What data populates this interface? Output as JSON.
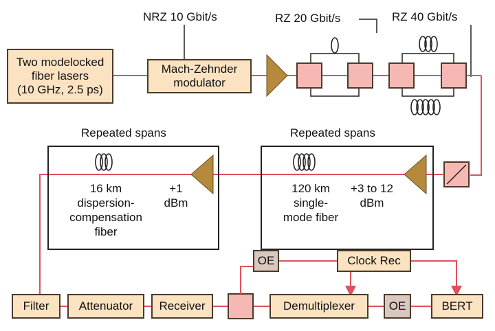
{
  "colors": {
    "background": "#ffffff",
    "box_fill": "#fbe3c2",
    "box_border": "#4a3a2a",
    "pink_fill": "#f5b8b3",
    "fiber_line": "#e0505e",
    "black_line": "#222222",
    "amplifier": "#b58a3d",
    "oe_fill": "#d9c8c0"
  },
  "labels": {
    "nrz": "NRZ 10 Gbit/s",
    "rz20": "RZ 20 Gbit/s",
    "rz40": "RZ 40 Gbit/s",
    "repeated_left": "Repeated spans",
    "repeated_right": "Repeated spans",
    "dcf": "16 km\ndispersion-\ncompensation\nfiber",
    "dcf_power": "+1\ndBm",
    "smf": "120 km\nsingle-\nmode fiber",
    "smf_power": "+3 to 12\ndBm"
  },
  "boxes": {
    "lasers": "Two modelocked\nfiber lasers\n(10 GHz, 2.5 ps)",
    "modulator": "Mach-Zehnder\nmodulator",
    "filter": "Filter",
    "attenuator": "Attenuator",
    "receiver": "Receiver",
    "demux": "Demultiplexer",
    "oe_bottom": "OE",
    "bert": "BERT",
    "oe_top": "OE",
    "clock": "Clock Rec"
  },
  "icons": {
    "amplifier": "triangle-amplifier-icon",
    "coupler": "pink-square-coupler-icon",
    "fiber_coil": "fiber-coil-icon",
    "polarizer": "diagonal-polarizer-icon"
  }
}
